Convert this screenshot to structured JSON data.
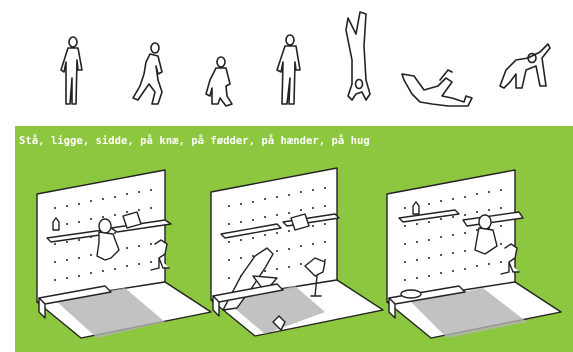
{
  "caption": "Stå, ligge, sidde, på knæ, på fødder, på hænder, på hug",
  "colors": {
    "panel_green": "#8dc63f",
    "ink": "#222222",
    "paper": "#ffffff",
    "shadow": "#a6a6a6"
  },
  "illustrations": {
    "posture_figures": [
      "standing",
      "sitting",
      "squatting",
      "standing",
      "handstand",
      "lying",
      "crawling"
    ],
    "workstations": [
      "sitting-at-desk",
      "lying-on-floor",
      "sitting-at-desk"
    ]
  }
}
